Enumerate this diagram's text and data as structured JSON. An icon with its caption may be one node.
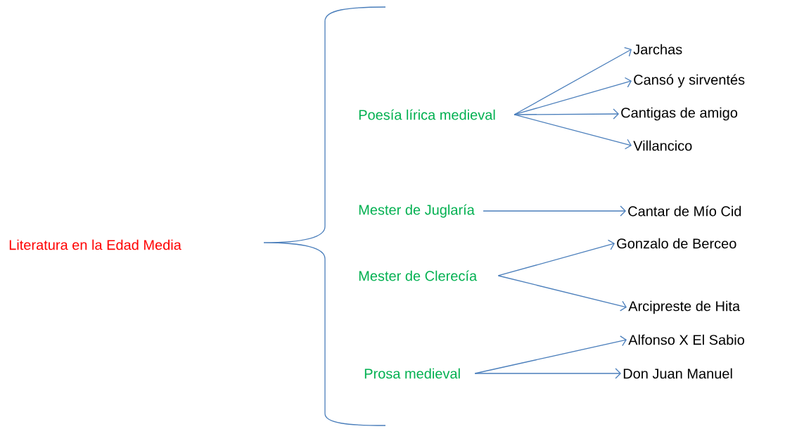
{
  "diagram": {
    "nodes": [
      {
        "text": [
          "Literatura en la Edad Media"
        ]
      },
      {
        "text": [
          "Poesía lírica medieval"
        ]
      },
      {
        "text": [
          "Jarchas"
        ]
      },
      {
        "text": [
          "Cansó y sirventés"
        ]
      },
      {
        "text": [
          "Cantigas de amigo"
        ]
      },
      {
        "text": [
          "Villancico"
        ]
      },
      {
        "text": [
          "Mester de Juglaría"
        ]
      },
      {
        "text": [
          "Cantar de Mío Cid"
        ]
      },
      {
        "text": [
          "Mester de Clerecía"
        ]
      },
      {
        "text": [
          "Gonzalo de Berceo"
        ]
      },
      {
        "text": [
          "Arcipreste de Hita"
        ]
      },
      {
        "text": [
          "Prosa medieval"
        ]
      },
      {
        "text": [
          "Alfonso X El Sabio"
        ]
      },
      {
        "text": [
          "Don Juan Manuel"
        ]
      }
    ],
    "edges": [
      {
        "from": 1,
        "to": 2,
        "arrow": "to"
      },
      {
        "from": 1,
        "to": 3,
        "arrow": "to"
      },
      {
        "from": 1,
        "to": 4,
        "arrow": "to"
      },
      {
        "from": 1,
        "to": 5,
        "arrow": "to"
      },
      {
        "from": 6,
        "to": 7,
        "arrow": "to"
      },
      {
        "from": 8,
        "to": 9,
        "arrow": "to"
      },
      {
        "from": 8,
        "to": 10,
        "arrow": "to"
      },
      {
        "from": 11,
        "to": 12,
        "arrow": "to"
      },
      {
        "from": 11,
        "to": 13,
        "arrow": "to"
      }
    ]
  }
}
